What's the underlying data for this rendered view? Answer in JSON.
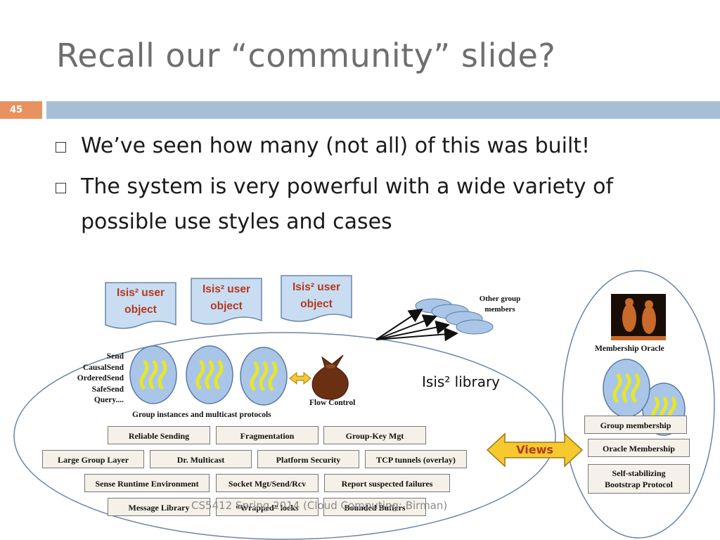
{
  "slide": {
    "title": "Recall our “community” slide?",
    "number": "45",
    "bullets": [
      "We’ve seen how many (not all) of this was built!",
      "The system is very powerful with a wide variety of",
      "possible use styles and cases"
    ],
    "footer": "CS5412 Spring 2014 (Cloud Computing: Birman)"
  },
  "diagram": {
    "user_object_line1": "Isis² user",
    "user_object_line2": "object",
    "other_group_line1": "Other group",
    "other_group_line2": "members",
    "send_ops": [
      "Send",
      "CausalSend",
      "OrderedSend",
      "SafeSend",
      "Query...."
    ],
    "group_instances_label": "Group instances and multicast protocols",
    "flow_control_label": "Flow Control",
    "library_label": "Isis² library",
    "membership_oracle_label": "Membership Oracle",
    "views_label": "Views",
    "modules_row1": [
      "Reliable Sending",
      "Fragmentation",
      "Group-Key Mgt"
    ],
    "modules_row2": [
      "Large Group Layer",
      "Dr. Multicast",
      "Platform Security",
      "TCP tunnels (overlay)"
    ],
    "modules_row3": [
      "Sense Runtime Environment",
      "Socket Mgt/Send/Rcv",
      "Report suspected failures"
    ],
    "modules_row4": [
      "Message Library",
      "“Wrapped” locks",
      "Bounded Buffers"
    ],
    "oracle_modules": [
      "Group membership",
      "Oracle Membership"
    ],
    "bootstrap_line1": "Self-stabilizing",
    "bootstrap_line2": "Bootstrap Protocol",
    "colors": {
      "title": "#6e6e6e",
      "topbar": "#a7bfd6",
      "slide_num_bg": "#e8935f",
      "group_blue": "#a9c6e8",
      "views_arrow": "#f6c92f",
      "user_obj_text": "#b4391c"
    }
  }
}
